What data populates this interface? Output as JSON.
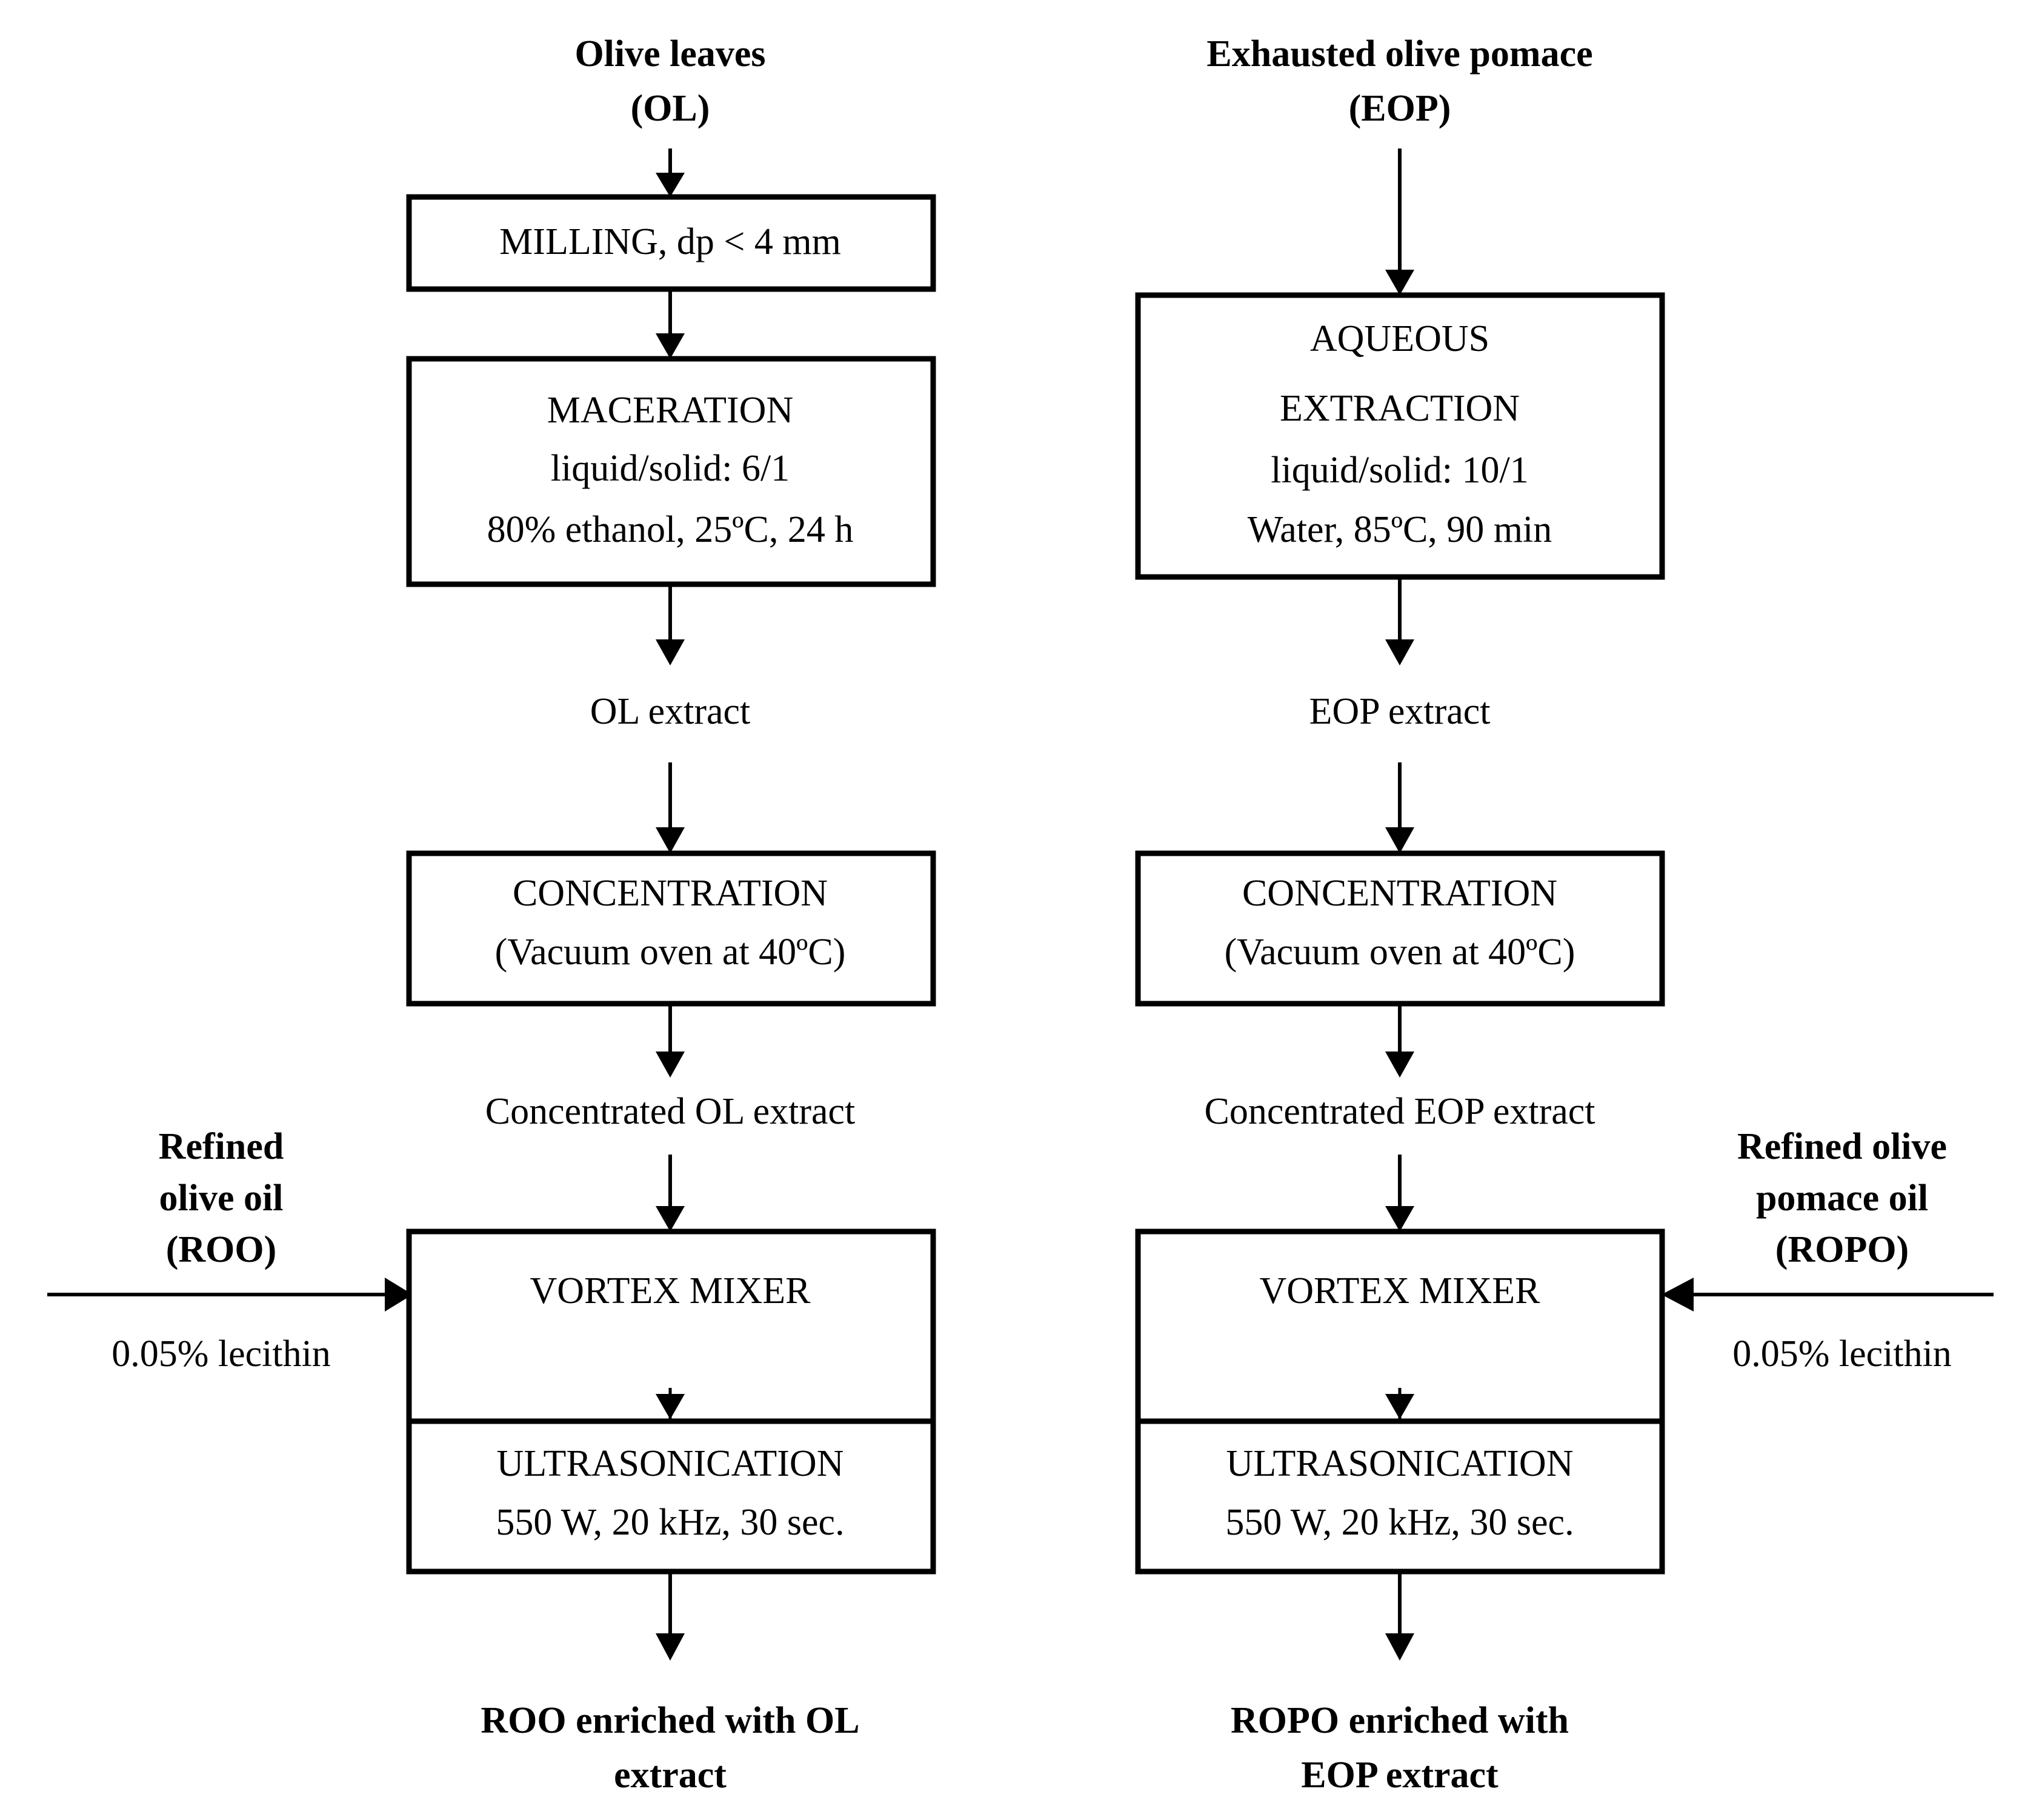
{
  "diagram": {
    "title_left": "Olive leaves",
    "title_left_2": "(OL)",
    "title_right": "Exhausted olive pomace",
    "title_right_2": "(EOP)",
    "colors": {
      "stroke": "#000000",
      "fill": "#ffffff",
      "text": "#000000"
    }
  },
  "left_branch": {
    "input_line1": "Olive leaves",
    "input_line2": "(OL)",
    "milling": {
      "line1": "MILLING, dp < 4 mm"
    },
    "maceration": {
      "line1": "MACERATION",
      "line2": "liquid/solid: 6/1",
      "line3": "80% ethanol, 25ºC, 24 h"
    },
    "extract_label": "OL extract",
    "concentration": {
      "line1": "CONCENTRATION",
      "line2": "(Vacuum oven at 40ºC)"
    },
    "concentrated_label": "Concentrated OL extract",
    "oil_input_line1": "Refined",
    "oil_input_line2": "olive oil",
    "oil_input_line3": "(ROO)",
    "lecithin_label": "0.05% lecithin",
    "vortex": {
      "line1": "VORTEX MIXER"
    },
    "ultrasonication": {
      "line1": "ULTRASONICATION",
      "line2": "550 W, 20 kHz, 30 sec."
    },
    "output_line1": "ROO enriched with OL",
    "output_line2": "extract"
  },
  "right_branch": {
    "input_line1": "Exhausted olive pomace",
    "input_line2": "(EOP)",
    "aqueous_extraction": {
      "line1": "AQUEOUS",
      "line2": "EXTRACTION",
      "line3": "liquid/solid: 10/1",
      "line4": "Water, 85ºC, 90 min"
    },
    "extract_label": "EOP extract",
    "concentration": {
      "line1": "CONCENTRATION",
      "line2": "(Vacuum oven at 40ºC)"
    },
    "concentrated_label": "Concentrated EOP extract",
    "oil_input_line1": "Refined olive",
    "oil_input_line2": "pomace oil",
    "oil_input_line3": "(ROPO)",
    "lecithin_label": "0.05% lecithin",
    "vortex": {
      "line1": "VORTEX MIXER"
    },
    "ultrasonication": {
      "line1": "ULTRASONICATION",
      "line2": "550 W, 20 kHz, 30 sec."
    },
    "output_line1": "ROPO enriched with",
    "output_line2": "EOP extract"
  }
}
